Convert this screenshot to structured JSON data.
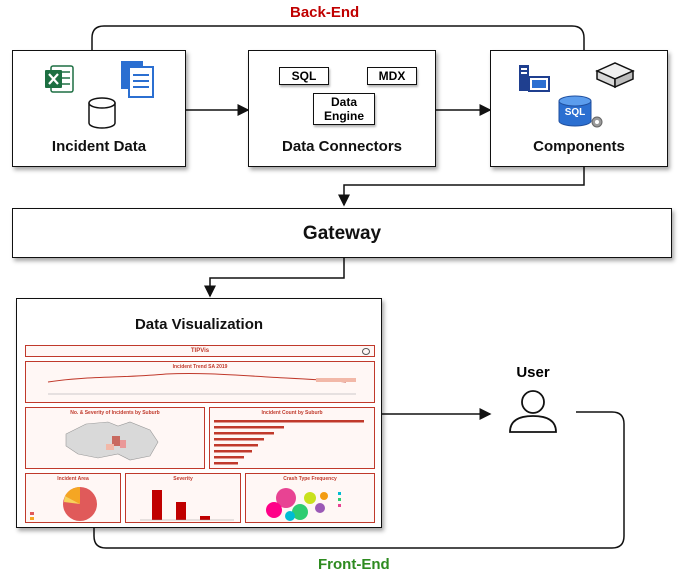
{
  "sections": {
    "backend_label": "Back-End",
    "frontend_label": "Front-End",
    "backend_color": "#c00000",
    "frontend_color": "#2e8b20"
  },
  "nodes": {
    "incident_data": {
      "label": "Incident Data",
      "icons": [
        "excel-icon",
        "documents-icon",
        "database-icon"
      ]
    },
    "data_connectors": {
      "label": "Data Connectors",
      "tags": [
        "SQL",
        "MDX",
        "Data Engine"
      ]
    },
    "components": {
      "label": "Components",
      "icons": [
        "server-icon",
        "box-icon",
        "sql-database-icon"
      ],
      "sql_icon_text": "SQL"
    },
    "gateway": {
      "label": "Gateway"
    },
    "data_visualization": {
      "label": "Data Visualization",
      "dashboard": {
        "app_title": "TIPVis",
        "panels": [
          {
            "title": "Incident Trend SA 2019"
          },
          {
            "title": "No. & Severity of Incidents by Suburb"
          },
          {
            "title": "Incident Count by Suburb"
          },
          {
            "title": "Incident Area"
          },
          {
            "title": "Severity"
          },
          {
            "title": "Crash Type Frequency"
          }
        ]
      }
    },
    "user": {
      "label": "User",
      "icon": "user-icon"
    }
  }
}
